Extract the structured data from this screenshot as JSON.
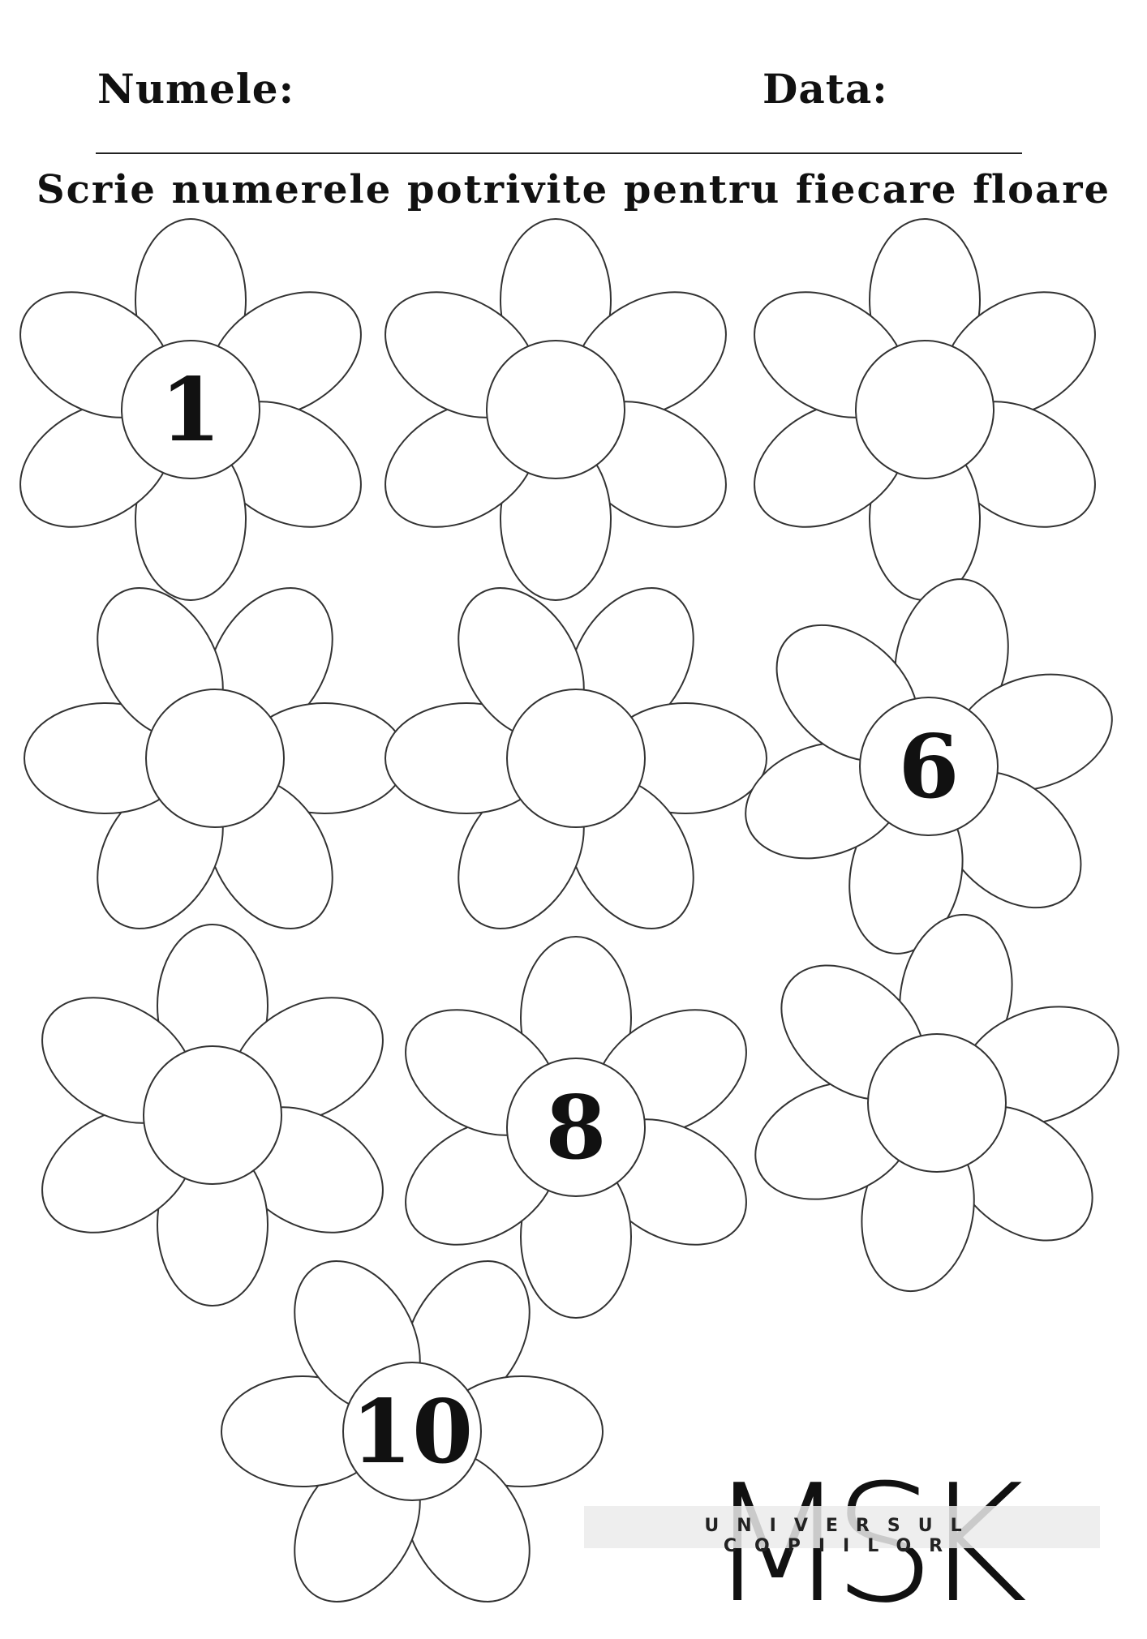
{
  "header": {
    "name_label": "Numele:",
    "date_label": "Data:"
  },
  "title": "Scrie numerele potrivite pentru fiecare floare",
  "flowers": [
    {
      "number": "1"
    },
    {
      "number": ""
    },
    {
      "number": ""
    },
    {
      "number": ""
    },
    {
      "number": ""
    },
    {
      "number": "6"
    },
    {
      "number": ""
    },
    {
      "number": "8"
    },
    {
      "number": ""
    },
    {
      "number": "10"
    }
  ],
  "logo": {
    "mark": "MSK",
    "subtitle": "UNIVERSUL COPIILOR"
  }
}
